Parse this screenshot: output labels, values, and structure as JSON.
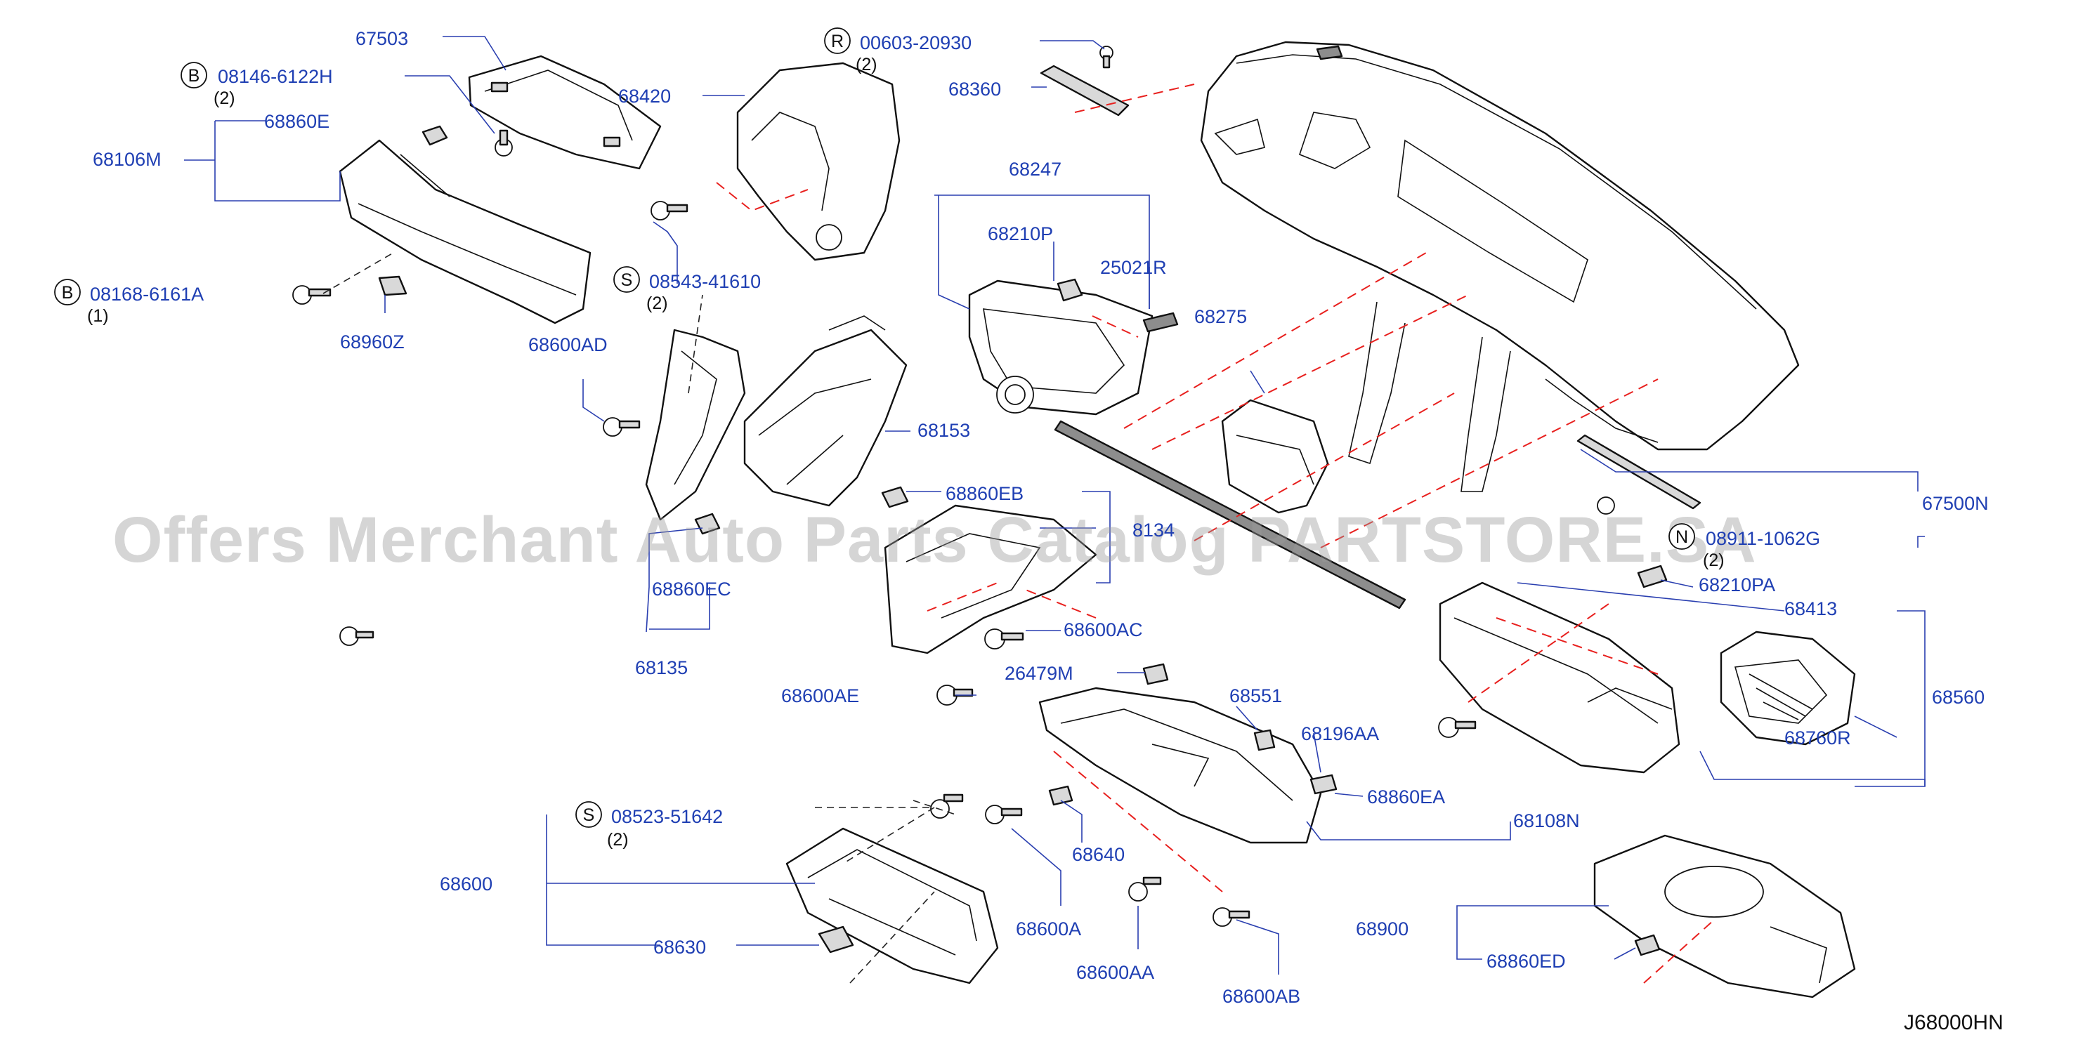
{
  "diagram_code": "J68000HN",
  "watermark": "Offers Merchant Auto Parts Catalog PARTSTORE.SA",
  "parts": {
    "p67503": "67503",
    "p68420": "68420",
    "p68360": "68360",
    "p68106M": "68106M",
    "p68860E": "68860E",
    "p68960Z": "68960Z",
    "p68247": "68247",
    "p68210P": "68210P",
    "p25021R": "25021R",
    "p68275": "68275",
    "p68600AD": "68600AD",
    "p68153": "68153",
    "p68860EB": "68860EB",
    "p8134": "8134",
    "p68860EC": "68860EC",
    "p68135": "68135",
    "p68600AC": "68600AC",
    "p67500N": "67500N",
    "p68210PA": "68210PA",
    "p68413": "68413",
    "p68560": "68560",
    "p68760R": "68760R",
    "p26479M": "26479M",
    "p68600AE": "68600AE",
    "p68551": "68551",
    "p68196AA": "68196AA",
    "p68860EA": "68860EA",
    "p68108N": "68108N",
    "p68640": "68640",
    "p68600A": "68600A",
    "p68600AA": "68600AA",
    "p68600AB": "68600AB",
    "p68600": "68600",
    "p68630": "68630",
    "p68900": "68900",
    "p68860ED": "68860ED"
  },
  "fasteners": {
    "b1": {
      "prefix": "B",
      "number": "08146-6122H",
      "qty": "(2)"
    },
    "b2": {
      "prefix": "B",
      "number": "08168-6161A",
      "qty": "(1)"
    },
    "r1": {
      "prefix": "R",
      "number": "00603-20930",
      "qty": "(2)"
    },
    "s1": {
      "prefix": "S",
      "number": "08543-41610",
      "qty": "(2)"
    },
    "s2": {
      "prefix": "S",
      "number": "08523-51642",
      "qty": "(2)"
    },
    "n1": {
      "prefix": "N",
      "number": "08911-1062G",
      "qty": "(2)"
    }
  },
  "colors": {
    "label": "#1f3fb3",
    "dash_line": "#e8201e",
    "outline": "#111111",
    "watermark": "#9c9c9c"
  }
}
